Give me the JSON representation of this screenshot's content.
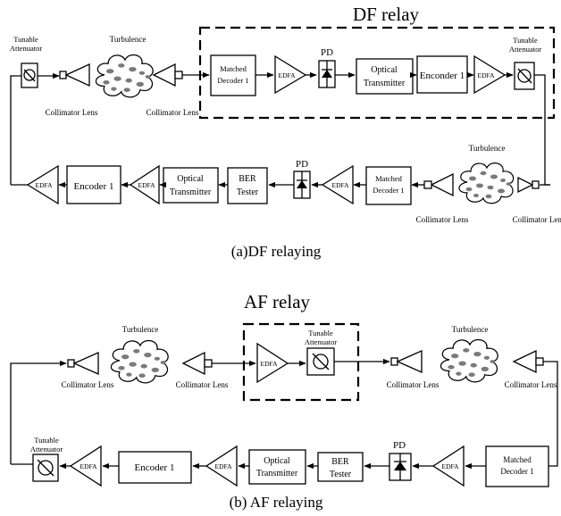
{
  "labels": {
    "df_relay_title": "DF relay",
    "af_relay_title": "AF relay",
    "caption_a": "(a)DF relaying",
    "caption_b": "(b) AF relaying",
    "tunable_attenuator_line1": "Tunable",
    "tunable_attenuator_line2": "Attenuator",
    "turbulence": "Turbulence",
    "collimator_lens": "Collimator Lens",
    "matched_decoder_line1": "Matched",
    "matched_decoder_line2": "Decoder 1",
    "edfa": "EDFA",
    "pd": "PD",
    "optical_transmitter_line1": "Optical",
    "optical_transmitter_line2": "Transmitter",
    "encoder_relay_a": "Enconder 1",
    "encoder": "Encoder 1",
    "ber_tester_line1": "BER",
    "ber_tester_line2": "Tester"
  }
}
